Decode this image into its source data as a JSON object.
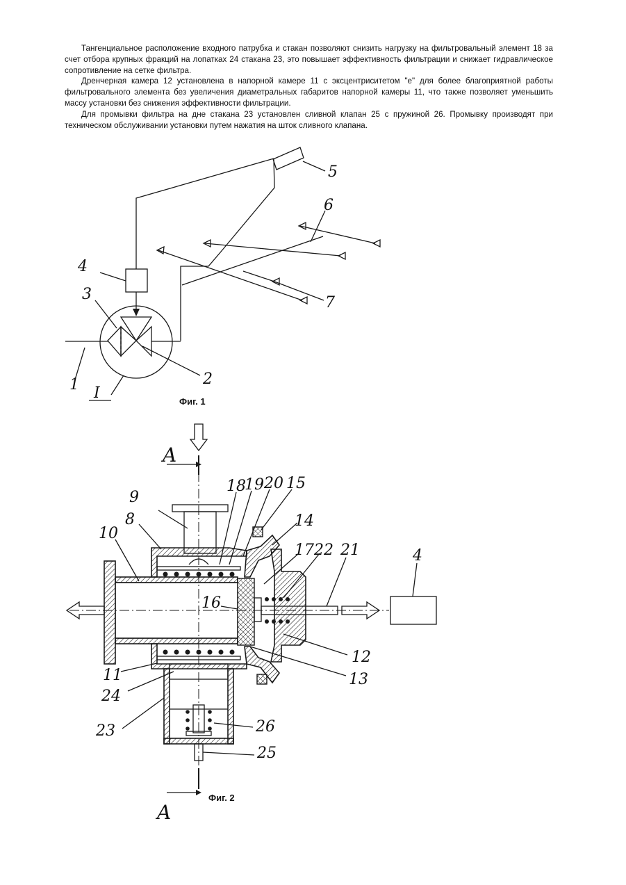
{
  "paragraphs": [
    "Тангенциальное расположение входного патрубка и стакан позволяют снизить нагрузку на фильтровальный элемент 18 за счет отбора крупных фракций на лопатках 24 стакана 23, это повышает эффективность фильтрации и снижает гидравлическое сопротивление на сетке фильтра.",
    "Дренчерная камера 12 установлена в напорной камере 11 с эксцентриситетом \"е\" для более благоприятной работы фильтровального элемента без увеличения диаметральных габаритов напорной камеры 11, что также позволяет уменьшить массу установки без снижения эффективности фильтрации.",
    "Для промывки фильтра на дне стакана 23 установлен сливной клапан 25 с пружиной 26. Промывку производят при техническом обслуживании установки путем нажатия на шток сливного клапана."
  ],
  "fig1": {
    "caption": "Фиг. 1",
    "labels": {
      "l1": "1",
      "l2": "2",
      "l3": "3",
      "l4": "4",
      "l5": "5",
      "l6": "6",
      "l7": "7",
      "lI": "I"
    }
  },
  "fig2": {
    "caption": "Фиг. 2",
    "section_top": "A",
    "section_bottom": "A",
    "labels": {
      "l4": "4",
      "l8": "8",
      "l9": "9",
      "l10": "10",
      "l11": "11",
      "l12": "12",
      "l13": "13",
      "l14": "14",
      "l15": "15",
      "l16": "16",
      "l17": "17",
      "l18": "18",
      "l19": "19",
      "l20": "20",
      "l21": "21",
      "l22": "22",
      "l23": "23",
      "l24": "24",
      "l25": "25",
      "l26": "26"
    }
  }
}
